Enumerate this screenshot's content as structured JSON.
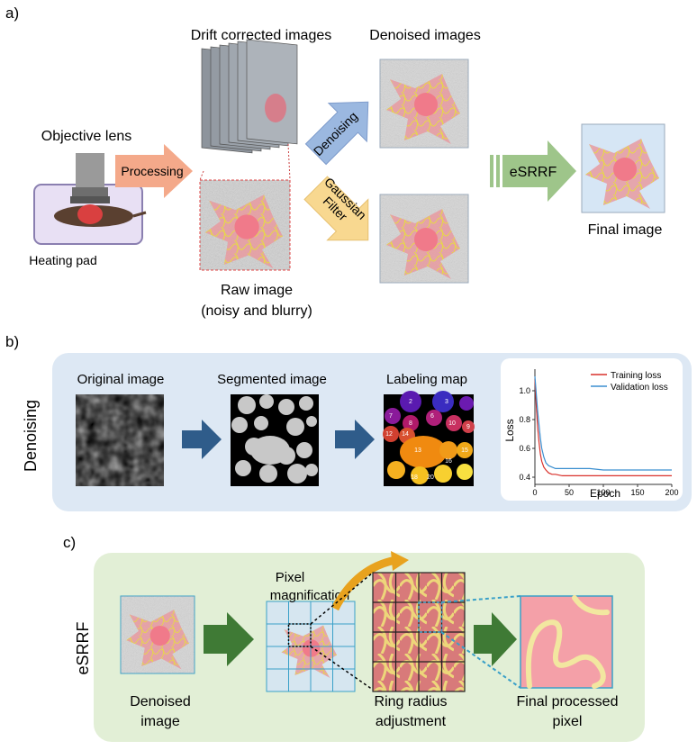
{
  "panel_a": {
    "letter": "a)",
    "drift_title": "Drift corrected images",
    "denoised_title": "Denoised images",
    "objective_label": "Objective lens",
    "heating_pad_label": "Heating pad",
    "processing_label": "Processing",
    "denoising_label": "Denoising",
    "gaussian_label_1": "Gaussian",
    "gaussian_label_2": "Filter",
    "esrrf_label": "eSRRF",
    "final_image_label": "Final image",
    "raw_label_1": "Raw image",
    "raw_label_2": "(noisy and blurry)"
  },
  "panel_b": {
    "letter": "b)",
    "side_label": "Denoising",
    "original_label": "Original image",
    "segmented_label": "Segmented image",
    "labeling_label": "Labeling map",
    "map_numbers": [
      "2",
      "3",
      "7",
      "6",
      "8",
      "10",
      "9",
      "12",
      "14",
      "13",
      "15",
      "16",
      "18",
      "20"
    ],
    "chart": {
      "legend_training": "Training loss",
      "legend_validation": "Validation loss",
      "ylabel": "Loss",
      "xlabel": "Epoch",
      "y_ticks": [
        "0.4",
        "0.6",
        "0.8",
        "1.0"
      ],
      "x_ticks": [
        "0",
        "50",
        "100",
        "150",
        "200"
      ]
    }
  },
  "panel_c": {
    "letter": "c)",
    "side_label": "eSRRF",
    "pixel_label_1": "Pixel",
    "pixel_label_2": "magnification",
    "denoised_label_1": "Denoised",
    "denoised_label_2": "image",
    "ring_label_1": "Ring radius",
    "ring_label_2": "adjustment",
    "final_label_1": "Final processed",
    "final_label_2": "pixel"
  },
  "chart_data": {
    "type": "line",
    "xlabel": "Epoch",
    "ylabel": "Loss",
    "xlim": [
      0,
      200
    ],
    "ylim": [
      0.35,
      1.15
    ],
    "x_ticks": [
      0,
      50,
      100,
      150,
      200
    ],
    "y_ticks": [
      0.4,
      0.6,
      0.8,
      1.0
    ],
    "legend_position": "top-right",
    "series": [
      {
        "name": "Training loss",
        "color": "#d9312b",
        "x": [
          0,
          2,
          4,
          6,
          8,
          10,
          13,
          16,
          20,
          25,
          30,
          40,
          60,
          80,
          100,
          130,
          160,
          200
        ],
        "y": [
          1.08,
          0.9,
          0.75,
          0.64,
          0.56,
          0.51,
          0.47,
          0.45,
          0.43,
          0.42,
          0.42,
          0.41,
          0.41,
          0.41,
          0.41,
          0.41,
          0.41,
          0.41
        ]
      },
      {
        "name": "Validation loss",
        "color": "#3b8fd0",
        "x": [
          0,
          2,
          4,
          6,
          8,
          10,
          13,
          16,
          20,
          25,
          30,
          40,
          60,
          80,
          100,
          130,
          160,
          200
        ],
        "y": [
          1.1,
          0.98,
          0.86,
          0.76,
          0.67,
          0.6,
          0.54,
          0.5,
          0.48,
          0.47,
          0.46,
          0.46,
          0.46,
          0.46,
          0.45,
          0.45,
          0.45,
          0.45
        ]
      }
    ]
  }
}
